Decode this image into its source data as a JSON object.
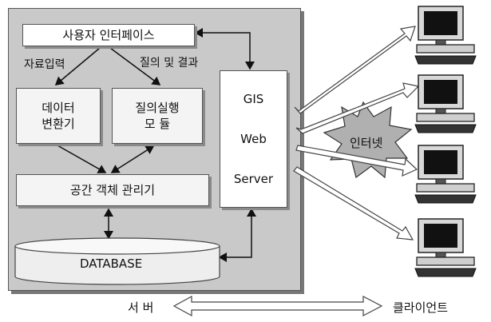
{
  "diagram": {
    "ui_box": "사용자 인터페이스",
    "edge_input": "자료입력",
    "edge_query": "질의 및 결과",
    "converter": [
      "데이터",
      "변환기"
    ],
    "query_module": [
      "질의실행",
      "모 듈"
    ],
    "spatial_manager": "공간 객체 관리기",
    "database": "DATABASE",
    "web_server": [
      "GIS",
      "Web",
      "Server"
    ],
    "internet": "인터넷",
    "server_label": "서 버",
    "client_label": "클라이언트"
  },
  "colors": {
    "panel": "#c9c9c9",
    "box": "#f4f4f4",
    "burst": "#b0b0b0",
    "ink": "#111111"
  },
  "icons": [
    "computer-terminal-icon"
  ]
}
